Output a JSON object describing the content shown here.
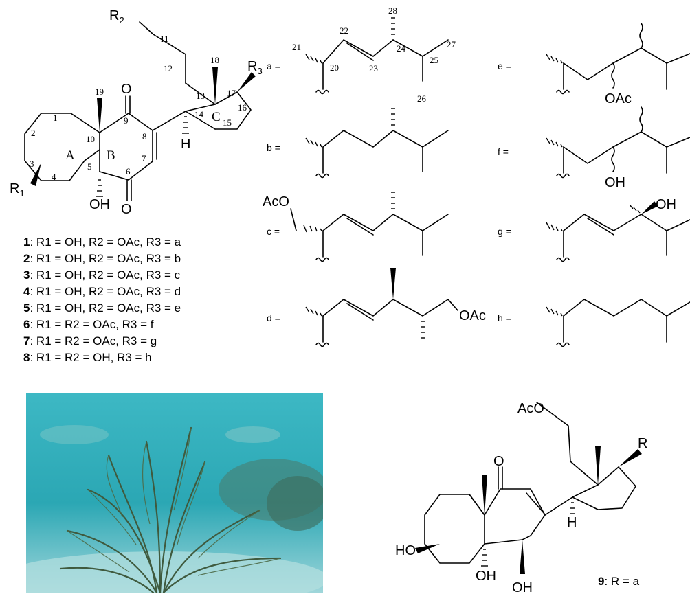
{
  "core": {
    "r1": "R",
    "r1_sub": "1",
    "r2": "R",
    "r2_sub": "2",
    "r3": "R",
    "r3_sub": "3",
    "oh": "OH",
    "o": "O",
    "h": "H",
    "carbons": [
      "1",
      "2",
      "3",
      "4",
      "5",
      "6",
      "7",
      "8",
      "9",
      "10",
      "11",
      "12",
      "13",
      "14",
      "15",
      "16",
      "17",
      "18",
      "19"
    ],
    "rings": [
      "A",
      "B",
      "C"
    ]
  },
  "compounds": [
    {
      "id": "1",
      "text": ": R1 = OH, R2 = OAc, R3 = a"
    },
    {
      "id": "2",
      "text": ": R1 = OH, R2 = OAc, R3 = b"
    },
    {
      "id": "3",
      "text": ": R1 = OH, R2 = OAc, R3 = c"
    },
    {
      "id": "4",
      "text": ": R1 = OH, R2 = OAc, R3 = d"
    },
    {
      "id": "5",
      "text": ": R1 = OH, R2 = OAc, R3 = e"
    },
    {
      "id": "6",
      "text": ": R1 = R2 = OAc, R3 = f"
    },
    {
      "id": "7",
      "text": ": R1 = R2 = OAc, R3 = g"
    },
    {
      "id": "8",
      "text": ": R1 = R2 = OH, R3 = h"
    }
  ],
  "side_chains": {
    "a": {
      "label": "a =",
      "nums": [
        "21",
        "22",
        "20",
        "23",
        "24",
        "25",
        "26",
        "27",
        "28"
      ]
    },
    "b": {
      "label": "b ="
    },
    "c": {
      "label": "c =",
      "group": "AcO"
    },
    "d": {
      "label": "d =",
      "group": "OAc"
    },
    "e": {
      "label": "e =",
      "group": "OAc"
    },
    "f": {
      "label": "f =",
      "group": "OH"
    },
    "g": {
      "label": "g =",
      "group": "OH"
    },
    "h": {
      "label": "h ="
    }
  },
  "compound9": {
    "aco": "AcO",
    "r": "R",
    "o": "O",
    "ho": "HO",
    "oh1": "OH",
    "oh2": "OH",
    "h": "H",
    "caption_id": "9",
    "caption_text": ": R = a"
  },
  "photo": {
    "water": "#2ba7b4",
    "sand": "#9fd6da",
    "coral": "#3f5a3e"
  }
}
